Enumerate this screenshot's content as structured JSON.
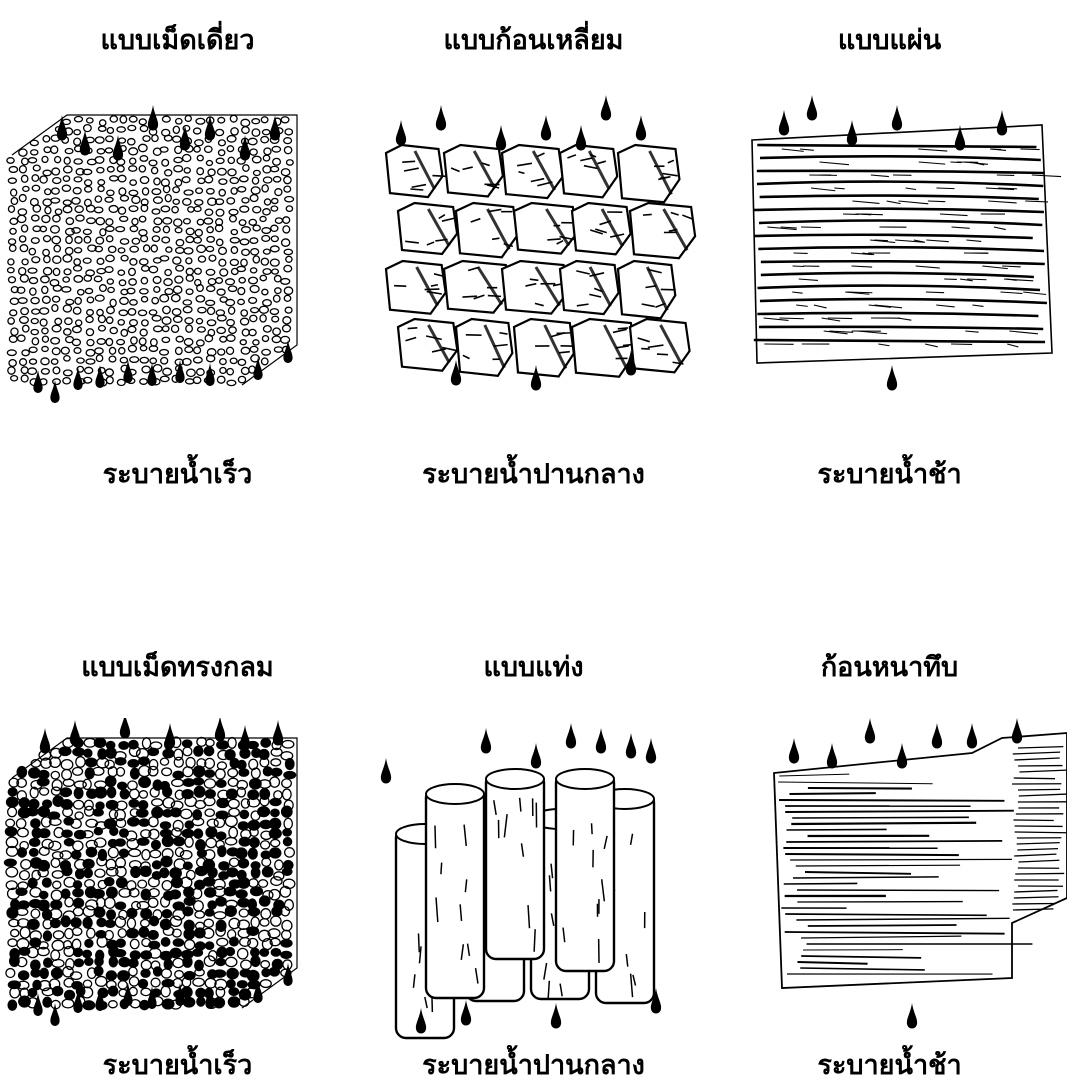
{
  "structures": [
    {
      "id": "granular",
      "title": "แบบเม็ดเดี่ยว",
      "drainage": "ระบายน้ำเร็ว",
      "icon": "granular-soil-block-icon"
    },
    {
      "id": "blocky",
      "title": "แบบก้อนเหลี่ยม",
      "drainage": "ระบายน้ำปานกลาง",
      "icon": "blocky-soil-block-icon"
    },
    {
      "id": "platy",
      "title": "แบบแผ่น",
      "drainage": "ระบายน้ำช้า",
      "icon": "platy-soil-block-icon"
    },
    {
      "id": "crumb",
      "title": "แบบเม็ดทรงกลม",
      "drainage": "ระบายน้ำเร็ว",
      "icon": "crumb-soil-block-icon"
    },
    {
      "id": "prismatic",
      "title": "แบบแท่ง",
      "drainage": "ระบายน้ำปานกลาง",
      "icon": "prismatic-soil-block-icon"
    },
    {
      "id": "massive",
      "title": "ก้อนหนาทึบ",
      "drainage": "ระบายน้ำช้า",
      "icon": "massive-soil-block-icon"
    }
  ]
}
